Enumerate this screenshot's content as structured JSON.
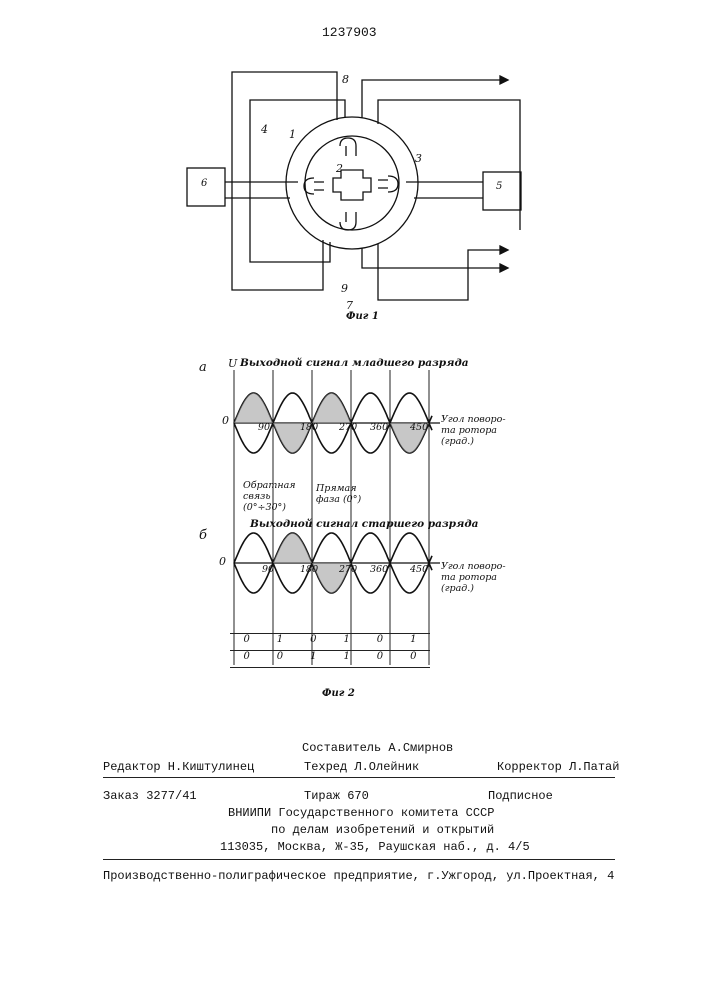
{
  "doc_number": "1237903",
  "fig1": {
    "caption": "Фиг 1",
    "labels": {
      "l1": "1",
      "l2": "2",
      "l3": "3",
      "l4": "4",
      "l5": "5",
      "l6": "6",
      "l7": "7",
      "l8": "8",
      "l9": "9"
    }
  },
  "fig2": {
    "caption": "Фиг 2",
    "part_a": {
      "letter": "а",
      "axis_u": "U",
      "title": "Выходной сигнал младшего разряда",
      "zero": "0",
      "ticks": [
        "90",
        "180",
        "270",
        "360",
        "450"
      ],
      "xlabel_line1": "Угол поворо-",
      "xlabel_line2": "та ротора",
      "xlabel_line3": "(град.)"
    },
    "part_b": {
      "letter": "б",
      "title": "Выходной сигнал старшего разряда",
      "zero": "0",
      "ticks": [
        "90",
        "180",
        "270",
        "360",
        "450"
      ],
      "xlabel_line1": "Угол поворо-",
      "xlabel_line2": "та ротора",
      "xlabel_line3": "(град.)"
    },
    "annot_reverse": [
      "Обратная",
      "связь",
      "(0°÷30°)"
    ],
    "annot_direct": [
      "Прямая",
      "фаза (0°)"
    ],
    "code_table": [
      [
        "0",
        "1",
        "0",
        "1",
        "0",
        "1"
      ],
      [
        "0",
        "0",
        "1",
        "1",
        "0",
        "0"
      ]
    ]
  },
  "footer": {
    "editor": "Редактор Н.Киштулинец",
    "compiler": "Составитель А.Смирнов",
    "techred": "Техред Л.Олейник",
    "corrector": "Корректор Л.Патай",
    "order": "Заказ 3277/41",
    "circulation": "Тираж 670",
    "subscription": "Подписное",
    "org1": "ВНИИПИ Государственного комитета СССР",
    "org2": "по делам изобретений и открытий",
    "address": "113035, Москва, Ж-35, Раушская наб., д. 4/5",
    "plant": "Производственно-полиграфическое предприятие, г.Ужгород, ул.Проектная, 4"
  }
}
